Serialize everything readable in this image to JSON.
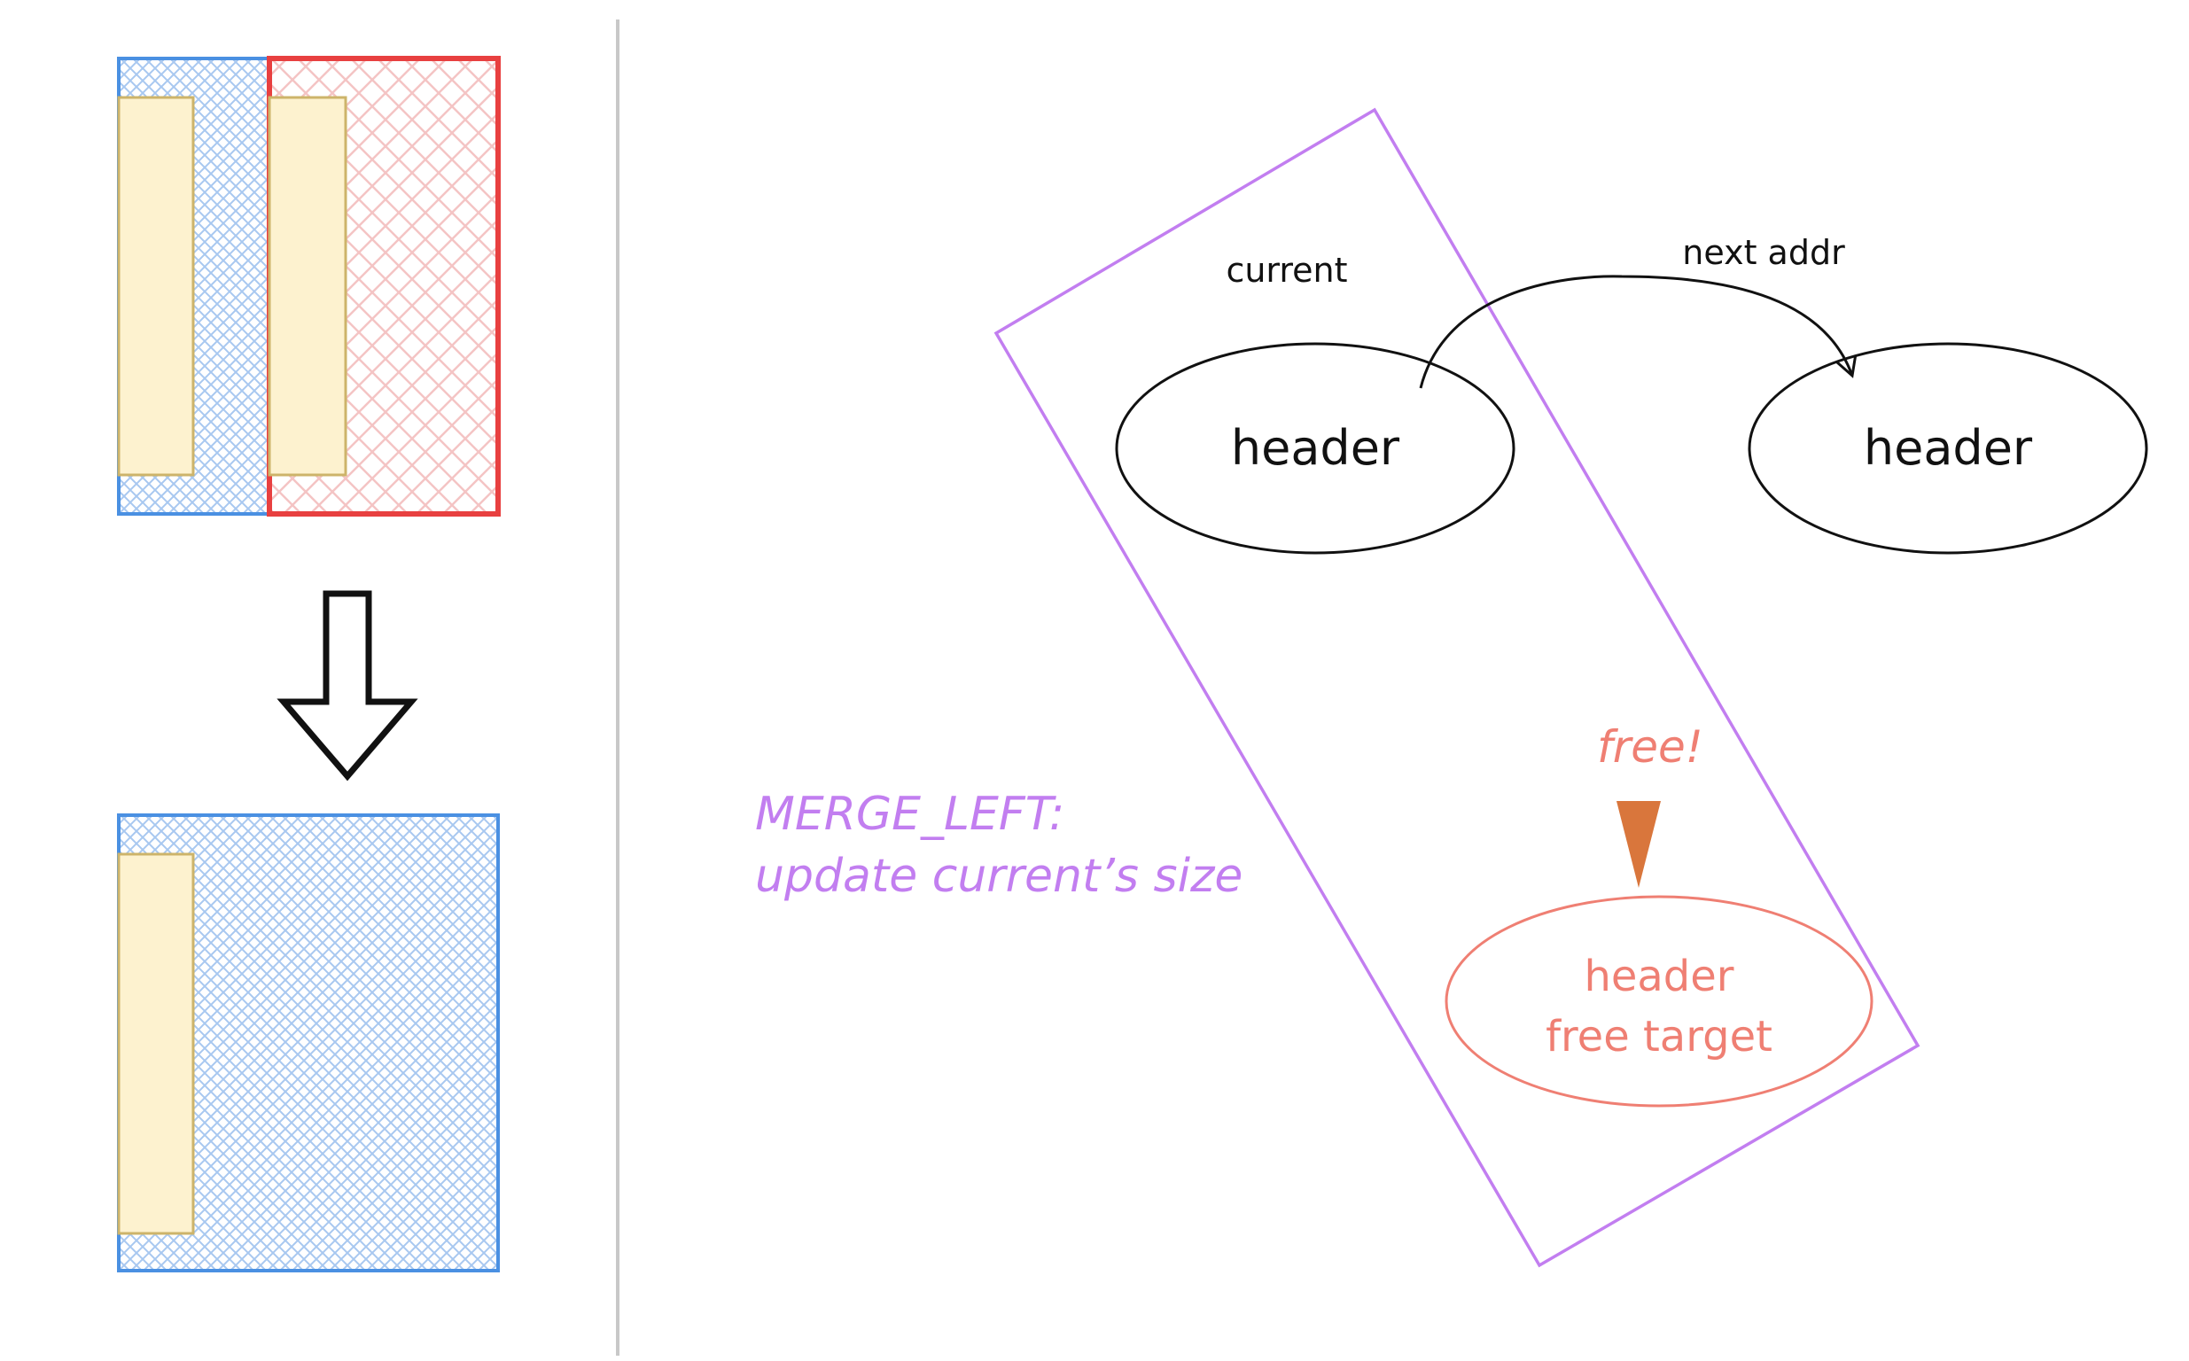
{
  "labels": {
    "current": "current",
    "next_addr": "next addr",
    "free": "free!",
    "merge_title": "MERGE_LEFT:",
    "merge_desc": "update current’s size"
  },
  "nodes": {
    "current_header": "header",
    "next_header": "header",
    "target_line1": "header",
    "target_line2": "free target"
  },
  "colors": {
    "blue_block": "#4a90e2",
    "blue_hatch": "#a8c8f0",
    "red_block": "#e84040",
    "red_hatch": "#f4c4c4",
    "header_strip_fill": "#fdf2cf",
    "header_strip_stroke": "#cdb46a",
    "purple": "#c27ef0",
    "salmon": "#ef7f73",
    "orange_arrow": "#d9763c",
    "divider": "#c8c8c8",
    "ink": "#111111"
  }
}
